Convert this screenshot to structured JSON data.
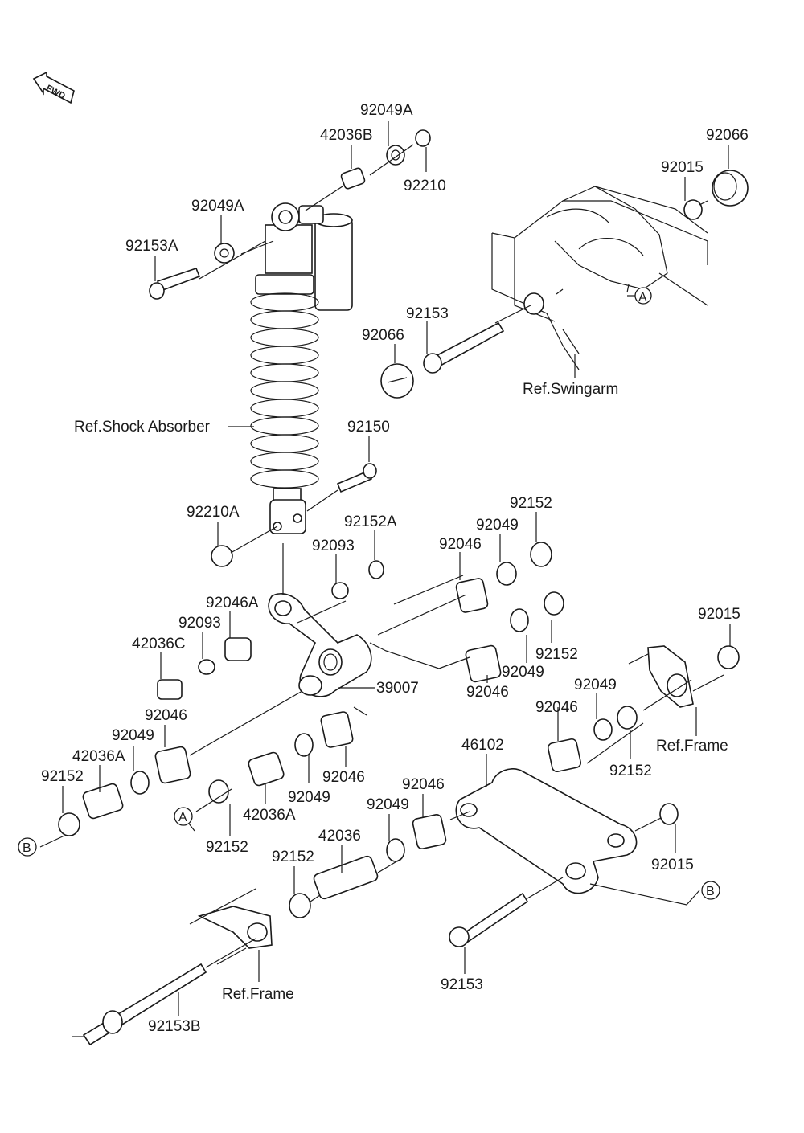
{
  "fwd_badge": "FWD",
  "labels": {
    "l92049A_top": "92049A",
    "l42036B": "42036B",
    "l92210": "92210",
    "l92066_top": "92066",
    "l92015_top": "92015",
    "l92049A_left": "92049A",
    "l92153A": "92153A",
    "l92153": "92153",
    "l92066_mid": "92066",
    "ref_swingarm": "Ref.Swingarm",
    "ref_shock": "Ref.Shock Absorber",
    "l92150": "92150",
    "l92210A": "92210A",
    "l92152_r1": "92152",
    "l92049_r1": "92049",
    "l92152A": "92152A",
    "l92046_r1": "92046",
    "l92093_a": "92093",
    "l92046A": "92046A",
    "l92093_b": "92093",
    "l42036C": "42036C",
    "l92015_r": "92015",
    "l92152_r2": "92152",
    "l92049_r2": "92049",
    "l39007": "39007",
    "l92046_r2": "92046",
    "l92049_r3": "92049",
    "l92046_r3": "92046",
    "ref_frame_r": "Ref.Frame",
    "l92152_r3": "92152",
    "l92046_l": "92046",
    "l92049_l": "92049",
    "l42036A_l": "42036A",
    "l92152_l": "92152",
    "l46102": "46102",
    "l92046_c": "92046",
    "l92049_c": "92049",
    "l92046_c2": "92046",
    "l42036A_c": "42036A",
    "l92152_a": "92152",
    "l92049_c2": "92049",
    "l92015_b": "92015",
    "l42036": "42036",
    "l92152_b": "92152",
    "ref_frame_b": "Ref.Frame",
    "l92153_b": "92153",
    "l92153B": "92153B"
  },
  "markers": {
    "A_swingarm": "A",
    "A_left": "A",
    "B_left": "B",
    "B_right": "B"
  }
}
